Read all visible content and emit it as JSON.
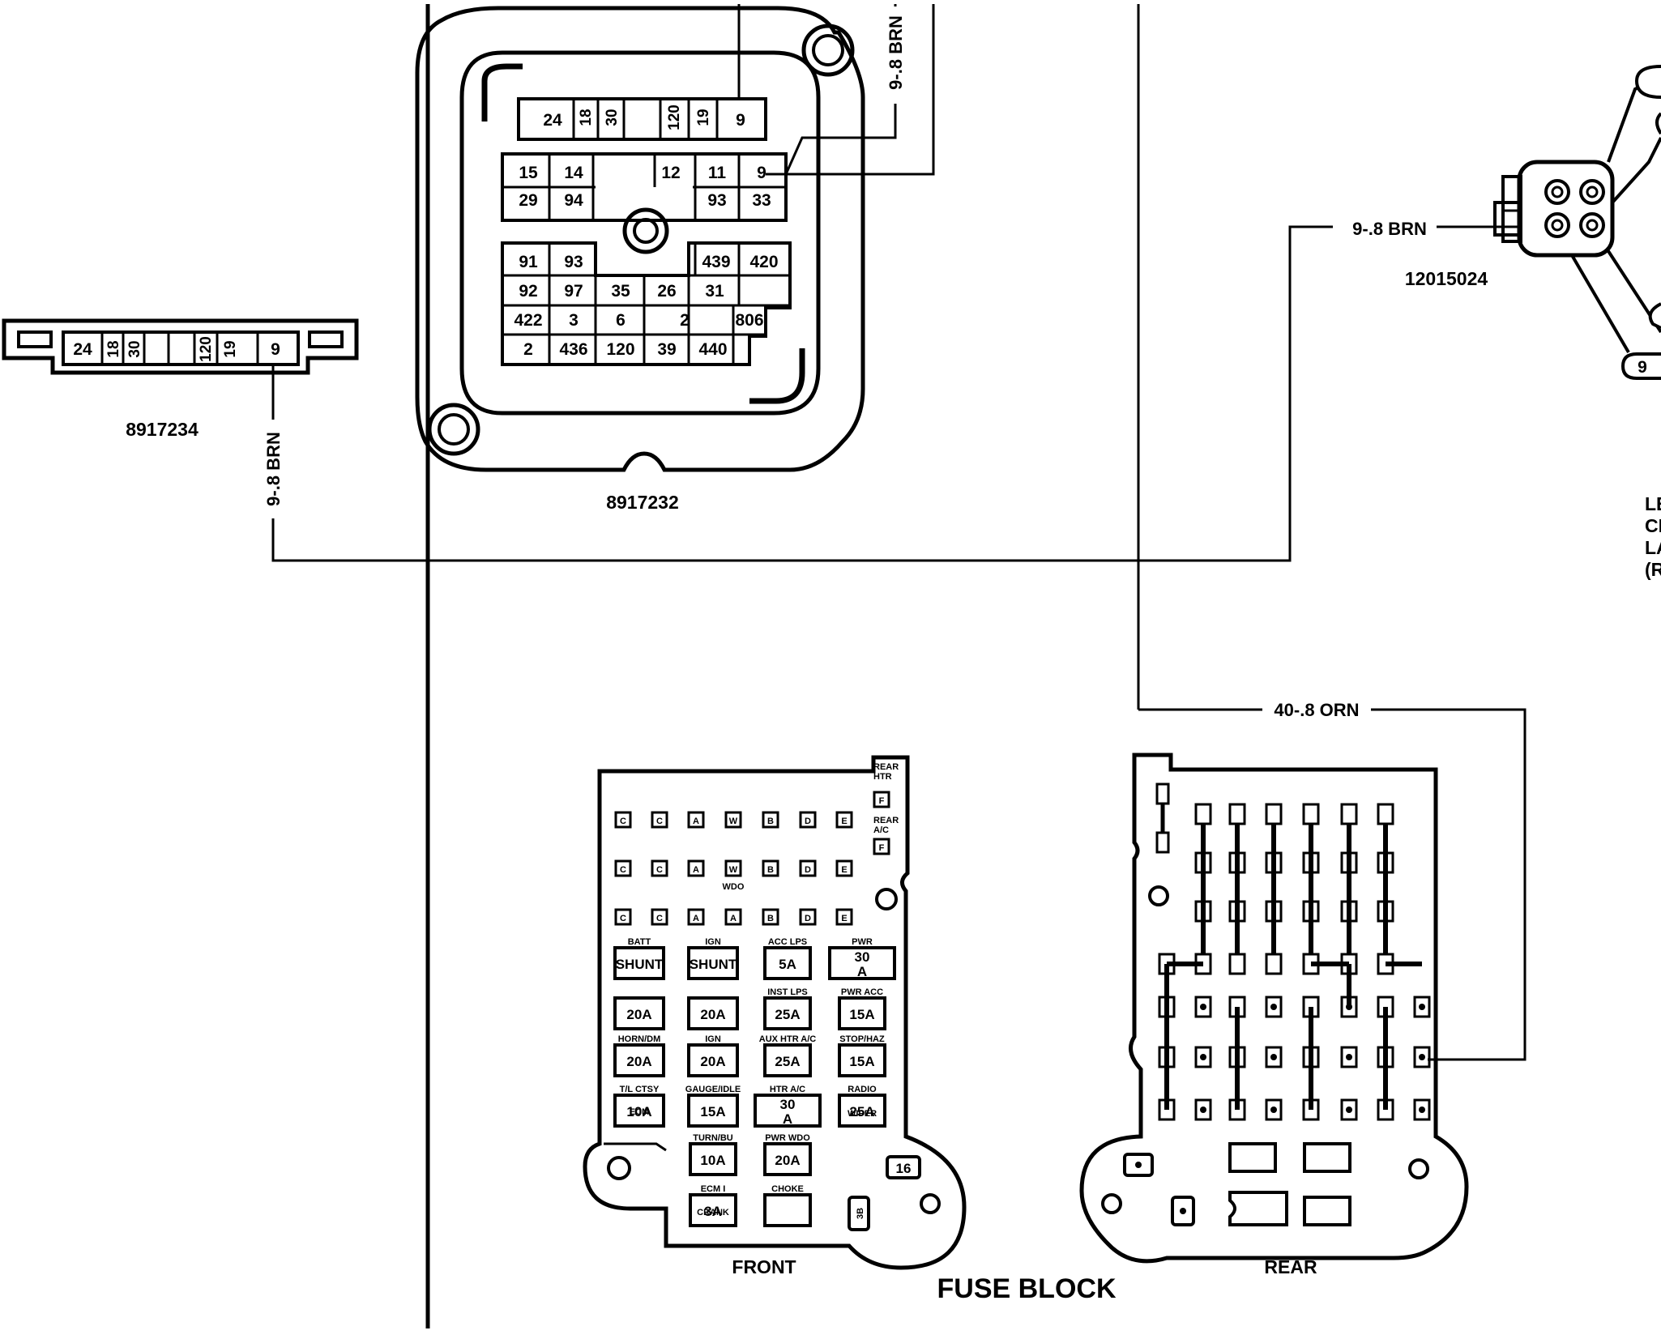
{
  "connectors": {
    "left": {
      "part_number": "8917234",
      "pins": [
        "24",
        "18",
        "30",
        "120",
        "19",
        "9"
      ]
    },
    "center": {
      "part_number": "8917232",
      "top_row": [
        "24",
        "18",
        "30",
        "120",
        "19",
        "9"
      ],
      "mid_row1": [
        "15",
        "14",
        "12",
        "11",
        "9"
      ],
      "mid_row2": [
        "29",
        "94",
        "93",
        "33"
      ],
      "bot_row1": [
        "91",
        "93",
        "439",
        "420"
      ],
      "bot_row2": [
        "92",
        "97",
        "35",
        "26",
        "31"
      ],
      "bot_row3": [
        "422",
        "3",
        "6",
        "2",
        "806"
      ],
      "bot_row4": [
        "2",
        "436",
        "120",
        "39",
        "440"
      ]
    },
    "right": {
      "part_number": "12015024",
      "pin": "9",
      "partial_label": [
        "LE",
        "CI",
        "LA",
        "(R"
      ]
    }
  },
  "wires": {
    "left_brn": "9-.8 BRN",
    "top_brn": "9-.8 BRN",
    "right_brn": "9-.8 BRN",
    "orn": "40-.8 ORN"
  },
  "fuse_block": {
    "title": "FUSE BLOCK",
    "front_label": "FRONT",
    "rear_label": "REAR",
    "side_top": [
      "REAR",
      "HTR",
      "F",
      "REAR",
      "A/C",
      "F"
    ],
    "grid_row1": [
      "C",
      "C",
      "A",
      "W",
      "B",
      "D",
      "E"
    ],
    "grid_row2": [
      "C",
      "C",
      "A",
      "W",
      "B",
      "D",
      "E"
    ],
    "grid_row3": [
      "C",
      "C",
      "A",
      "A",
      "B",
      "D",
      "E"
    ],
    "wdo": "WDO",
    "fuses": [
      {
        "top": "BATT",
        "value": "SHUNT"
      },
      {
        "top": "IGN",
        "value": "SHUNT"
      },
      {
        "top": "ACC  LPS",
        "value": "5A"
      },
      {
        "top": "PWR",
        "value": "30 A"
      },
      {
        "top": "",
        "value": "20A"
      },
      {
        "top": "",
        "value": "20A"
      },
      {
        "top": "INST LPS",
        "value": "25A"
      },
      {
        "top": "PWR ACC",
        "value": "15A"
      },
      {
        "top": "HORN/DM",
        "value": "20A"
      },
      {
        "top": "IGN",
        "value": "20A"
      },
      {
        "top": "AUX HTR A/C",
        "value": "25A"
      },
      {
        "top": "STOP/HAZ",
        "value": "15A"
      },
      {
        "top": "T/L CTSY",
        "value": "10A"
      },
      {
        "top": "GAUGE/IDLE",
        "value": "15A"
      },
      {
        "top": "HTR A/C",
        "value": "30 A"
      },
      {
        "top": "RADIO",
        "value": "25A"
      },
      {
        "top": "ECM",
        "value": ""
      },
      {
        "top": "TURN/BU",
        "value": "10A"
      },
      {
        "top": "PWR WDO",
        "value": "20A"
      },
      {
        "top": "WIPER",
        "value": ""
      },
      {
        "top": "ECM I",
        "value": "3A"
      },
      {
        "top": "CHOKE",
        "value": ""
      },
      {
        "top": "CRANK",
        "value": ""
      }
    ],
    "small_fuse_16": "16",
    "small_fuse_3b": "3B"
  }
}
